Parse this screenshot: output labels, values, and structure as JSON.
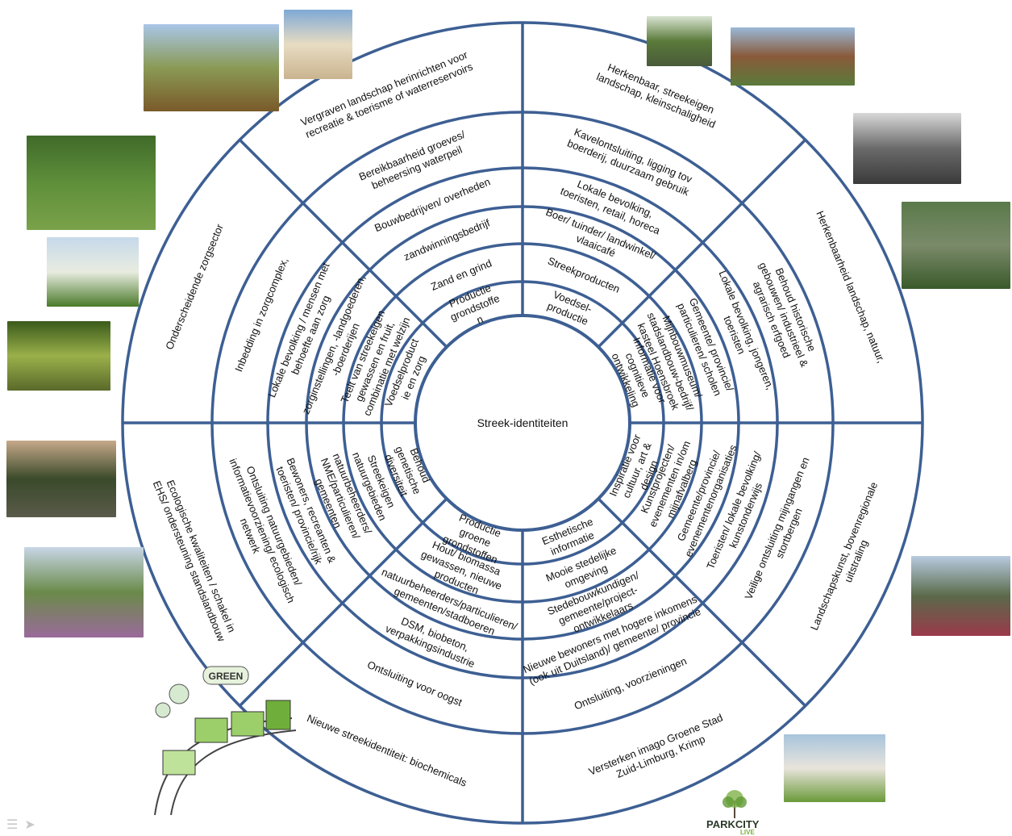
{
  "diagram": {
    "center_label": "Streek-identiteiten",
    "colors": {
      "ring": "#3d5f93",
      "fill": "#ffffff",
      "text": "#111111"
    },
    "segments": [
      {
        "ring": 1,
        "sector": 0,
        "lines": [
          "Productie",
          "grondstoffe",
          "n"
        ]
      },
      {
        "ring": 2,
        "sector": 0,
        "lines": [
          "Zand en grind"
        ]
      },
      {
        "ring": 3,
        "sector": 0,
        "lines": [
          "zandwinningsbedrijf"
        ]
      },
      {
        "ring": 4,
        "sector": 0,
        "lines": [
          "Bouwbedrijven/ overheden"
        ]
      },
      {
        "ring": 5,
        "sector": 0,
        "lines": [
          "Bereikbaarheid groeves/",
          "beheersing waterpeil"
        ]
      },
      {
        "ring": 6,
        "sector": 0,
        "lines": [
          "Vergraven landschap herinrichten voor",
          "recreatie & toerisme of waterreservoirs"
        ]
      },
      {
        "ring": 1,
        "sector": 1,
        "lines": [
          "Voedsel-",
          "productie"
        ]
      },
      {
        "ring": 2,
        "sector": 1,
        "lines": [
          "Streekproducten"
        ]
      },
      {
        "ring": 3,
        "sector": 1,
        "lines": [
          "Boer/ tuinder/ landwinkel/",
          "vlaaicafé"
        ]
      },
      {
        "ring": 4,
        "sector": 1,
        "lines": [
          "Lokale bevolking,",
          "toeristen, retail, horeca"
        ]
      },
      {
        "ring": 5,
        "sector": 1,
        "lines": [
          "Kavelontsluiting, ligging tov",
          "boerderij, duurzaam gebruik"
        ]
      },
      {
        "ring": 6,
        "sector": 1,
        "lines": [
          "Herkenbaar, streekeigen",
          "landschap, kleinschaligheid"
        ]
      },
      {
        "ring": 1,
        "sector": 2,
        "lines": [
          "Informatie voor",
          "cognitieve",
          "ontwikkeling"
        ]
      },
      {
        "ring": 2,
        "sector": 2,
        "lines": [
          "Mijnbouwmuseum/",
          "stadslandbouw-bedrijf/",
          "kasteel Hoensbroek"
        ]
      },
      {
        "ring": 3,
        "sector": 2,
        "lines": [
          "Gemeente/ provincie/",
          "particulieren/ scholen"
        ]
      },
      {
        "ring": 4,
        "sector": 2,
        "lines": [
          "Lokale bevolking, jongeren,",
          "toeristen"
        ]
      },
      {
        "ring": 5,
        "sector": 2,
        "lines": [
          "Behoud historische",
          "gebouwen/ industrieel &",
          "agrarisch erfgoed"
        ]
      },
      {
        "ring": 6,
        "sector": 2,
        "lines": [
          "Herkenbaarheid landschap, natuur,"
        ]
      },
      {
        "ring": 1,
        "sector": 3,
        "lines": [
          "Inspiratie voor",
          "cultuur, art &",
          "design"
        ]
      },
      {
        "ring": 2,
        "sector": 3,
        "lines": [
          "Kunstprojecten/",
          "evenementen in/om",
          "mijnafvalberg"
        ]
      },
      {
        "ring": 3,
        "sector": 3,
        "lines": [
          "Gemeente/provincie/",
          "evenementenorganisaties"
        ]
      },
      {
        "ring": 4,
        "sector": 3,
        "lines": [
          "Toeristen/ lokale bevolking/",
          "kunstonderwijs"
        ]
      },
      {
        "ring": 5,
        "sector": 3,
        "lines": [
          "Veilige ontsluiting mijngangen en",
          "stortbergen"
        ]
      },
      {
        "ring": 6,
        "sector": 3,
        "lines": [
          "Landschapskunst, bovenregionale",
          "uitstraling"
        ]
      },
      {
        "ring": 1,
        "sector": 4,
        "lines": [
          "Esthetische",
          "informatie"
        ]
      },
      {
        "ring": 2,
        "sector": 4,
        "lines": [
          "Mooie stedelijke",
          "omgeving"
        ]
      },
      {
        "ring": 3,
        "sector": 4,
        "lines": [
          "Stedebouwkundigen/",
          "gemeente/project-",
          "ontwikkelaars"
        ]
      },
      {
        "ring": 4,
        "sector": 4,
        "lines": [
          "Nieuwe bewoners met hogere inkomens",
          "(ook uit Duitsland)/ gemeente/ provincie"
        ]
      },
      {
        "ring": 5,
        "sector": 4,
        "lines": [
          "Ontsluiting, voorzieningen"
        ]
      },
      {
        "ring": 6,
        "sector": 4,
        "lines": [
          "Versterken imago Groene Stad",
          "Zuid-Limburg, Krimp"
        ]
      },
      {
        "ring": 1,
        "sector": 5,
        "lines": [
          "Productie",
          "groene",
          "grondstoffen"
        ]
      },
      {
        "ring": 2,
        "sector": 5,
        "lines": [
          "Hout/ biomassa",
          "gewassen, nieuwe",
          "producten"
        ]
      },
      {
        "ring": 3,
        "sector": 5,
        "lines": [
          "natuurbeheerders/particulieren/",
          "gemeenten/stadboeren"
        ]
      },
      {
        "ring": 4,
        "sector": 5,
        "lines": [
          "DSM, biobeton,",
          "verpakkingsindustrie"
        ]
      },
      {
        "ring": 5,
        "sector": 5,
        "lines": [
          "Ontsluiting voor oogst"
        ]
      },
      {
        "ring": 6,
        "sector": 5,
        "lines": [
          "Nieuwe streekidentiteit: biochemicals"
        ]
      },
      {
        "ring": 1,
        "sector": 6,
        "lines": [
          "Behoud",
          "genetische",
          "diversiteit"
        ]
      },
      {
        "ring": 2,
        "sector": 6,
        "lines": [
          "Streekeigen",
          "natuurgebieden"
        ]
      },
      {
        "ring": 3,
        "sector": 6,
        "lines": [
          "natuurbeheerders/",
          "NME/particulieren/",
          "gemeenten"
        ]
      },
      {
        "ring": 4,
        "sector": 6,
        "lines": [
          "Bewoners, recreanten &",
          "toeristen/ provincie/rijk"
        ]
      },
      {
        "ring": 5,
        "sector": 6,
        "lines": [
          "Ontsluiting natuurgebieden/",
          "informatievoorziening/ ecologisch",
          "netwerk"
        ]
      },
      {
        "ring": 6,
        "sector": 6,
        "lines": [
          "Ecologische kwaliteiten / schakel in",
          "EHS/ ondersteuning standslandbouw"
        ]
      },
      {
        "ring": 1,
        "sector": 7,
        "lines": [
          "Voedselproduct",
          "ie en zorg"
        ]
      },
      {
        "ring": 2,
        "sector": 7,
        "lines": [
          "Teelt van streekeigen",
          "gewassen en fruit,",
          "combinatie met welzijn"
        ]
      },
      {
        "ring": 3,
        "sector": 7,
        "lines": [
          "zorginstellingen, -landgoederen,",
          "-boerderijen"
        ]
      },
      {
        "ring": 4,
        "sector": 7,
        "lines": [
          "Lokale bevolking / mensen met",
          "behoefte aan zorg"
        ]
      },
      {
        "ring": 5,
        "sector": 7,
        "lines": [
          "Inbedding in zorgcomplex,"
        ]
      },
      {
        "ring": 6,
        "sector": 7,
        "lines": [
          "Onderscheidende zorgsector"
        ]
      }
    ]
  },
  "photos": [
    {
      "name": "quarry-bulldozer-photo",
      "top": "#a9c6e8",
      "mid": "#8a9a55",
      "bottom": "#7a5a2a"
    },
    {
      "name": "sand-dune-photo",
      "top": "#7fa9d6",
      "mid": "#e8dcc2",
      "bottom": "#c9b48f"
    },
    {
      "name": "farm-shop-photo",
      "top": "#d9e4d2",
      "mid": "#5a7a3a",
      "bottom": "#4a5a3a"
    },
    {
      "name": "market-crowd-photo",
      "top": "#9ab8d8",
      "mid": "#8a5a3a",
      "bottom": "#5a7a3a"
    },
    {
      "name": "people-picnic-photo",
      "top": "#3f6a2a",
      "mid": "#5f8f3a",
      "bottom": "#7aa24a"
    },
    {
      "name": "mine-railway-photo",
      "top": "#d8d8d8",
      "mid": "#6a6a6a",
      "bottom": "#3a3a3a"
    },
    {
      "name": "blossom-tree-photo",
      "top": "#c6d9ea",
      "mid": "#e8ece0",
      "bottom": "#4a7a2a"
    },
    {
      "name": "castle-aerial-photo",
      "top": "#5a7a4a",
      "mid": "#7a8a6a",
      "bottom": "#3a5a2a"
    },
    {
      "name": "fruit-picker-photo",
      "top": "#3a5a1a",
      "mid": "#9ab04a",
      "bottom": "#5a6a2a"
    },
    {
      "name": "sheep-herd-photo",
      "top": "#c6a98a",
      "mid": "#3a4a2a",
      "bottom": "#5a5a4a"
    },
    {
      "name": "heathland-photo",
      "top": "#c8d6e6",
      "mid": "#6a8a4a",
      "bottom": "#9a6a9a"
    },
    {
      "name": "festival-crowd-photo",
      "top": "#b8cbe0",
      "mid": "#5a6a4a",
      "bottom": "#9a3a4a"
    },
    {
      "name": "green-train-sketch",
      "top": "#ffffff",
      "mid": "#d8e8c8",
      "bottom": "#ffffff"
    },
    {
      "name": "modern-house-photo",
      "top": "#a8c4dc",
      "mid": "#e8e4dc",
      "bottom": "#6a9a3a"
    }
  ],
  "sketch": {
    "sign_label": "GREEN"
  },
  "logo": {
    "text": "PARKCITY",
    "subtext": "LIVE"
  },
  "nav_icons": [
    "slide-menu-icon",
    "next-slide-arrow-icon"
  ]
}
